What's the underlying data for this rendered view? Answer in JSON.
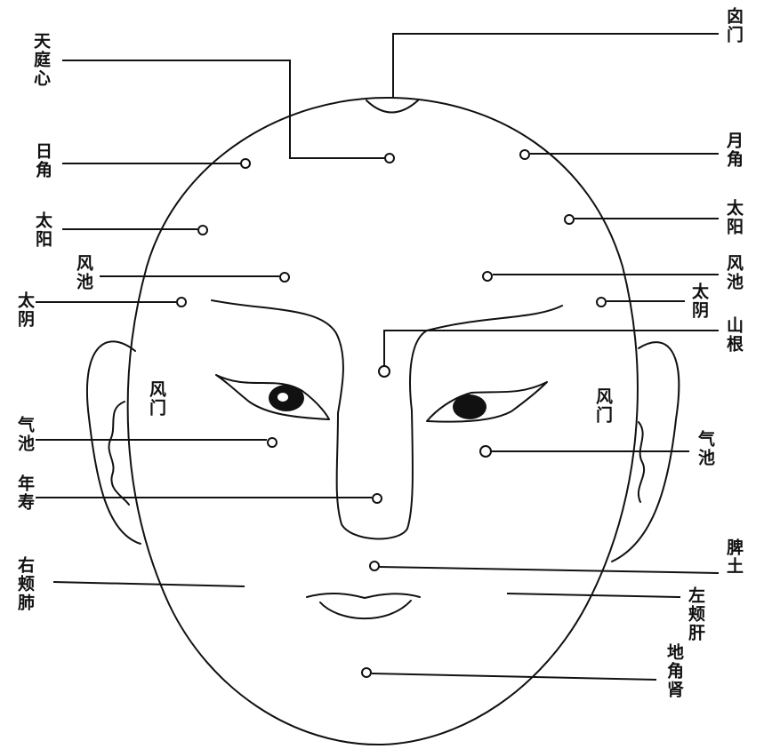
{
  "labels": {
    "tianting_xin": "天庭心",
    "xinmen": "囟门",
    "rijiao": "日角",
    "yuejiao": "月角",
    "taiyang_right": "太阳",
    "taiyang_left": "太阳",
    "fengchi_right": "风池",
    "fengchi_left": "风池",
    "taiyin_right": "太阴",
    "taiyin_left": "太阴",
    "shangen": "山根",
    "fengmen_right": "风门",
    "fengmen_left": "风门",
    "qichi_right": "气池",
    "qichi_left": "气池",
    "nianshou": "年寿",
    "youjia_fei": "右颊肺",
    "pitu": "脾土",
    "zuojia_gan": "左颊肝",
    "dijiao_shen": "地角肾"
  },
  "colors": {
    "ink": "#111111",
    "pupil": "#111111",
    "background": "#ffffff"
  }
}
